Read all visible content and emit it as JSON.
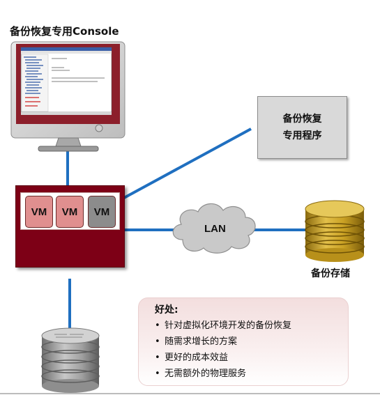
{
  "console": {
    "title": "备份恢复专用Console"
  },
  "app": {
    "line1": "备份恢复",
    "line2": "专用程序"
  },
  "host": {
    "vms": [
      "VM",
      "VM",
      "VM"
    ]
  },
  "network": {
    "label": "LAN"
  },
  "storage": {
    "label": "备份存储"
  },
  "benefits": {
    "title": "好处:",
    "bullet": "•",
    "items": [
      "针对虚拟化环境开发的备份恢复",
      "随需求增长的方案",
      "更好的成本效益",
      "无需额外的物理服务"
    ]
  },
  "colors": {
    "connector": "#1f6fc0",
    "host": "#7d0016",
    "vm_active": "#e08f8f",
    "vm_backup": "#8c8c8c",
    "storage_gold": "#c9a21c",
    "monitor_frame": "#8c1f2b"
  }
}
